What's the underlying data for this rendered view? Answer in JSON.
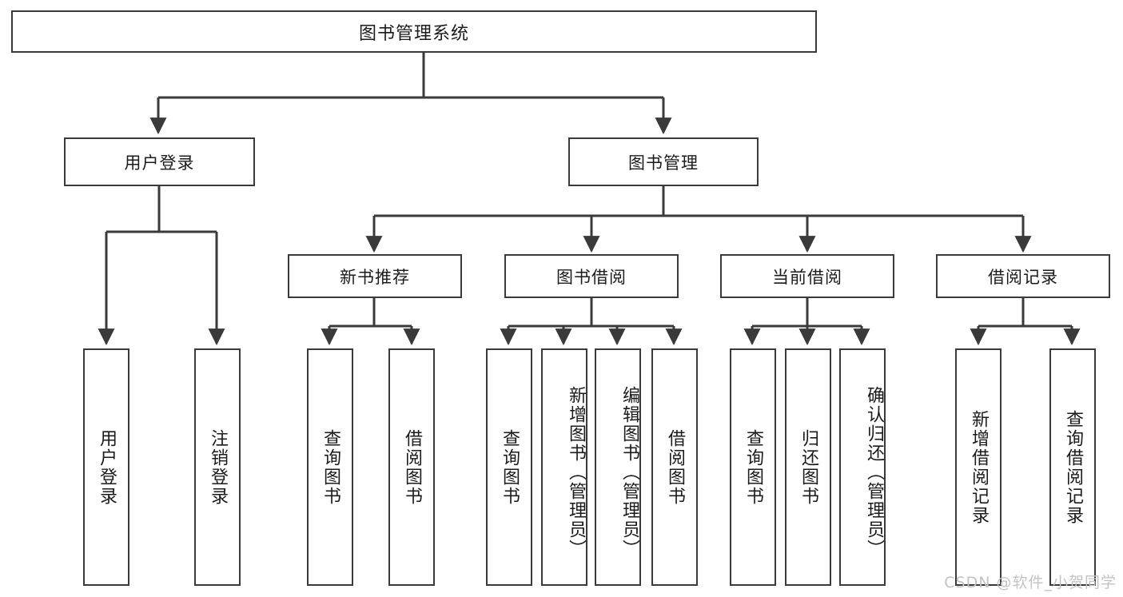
{
  "diagram": {
    "title": "图书管理系统",
    "type": "tree-hierarchy",
    "line_color": "#3a3a3a",
    "box_fill": "#ffffff",
    "text_color": "#1b1b1b"
  },
  "root": {
    "label": "图书管理系统"
  },
  "level2": [
    {
      "label": "用户登录"
    },
    {
      "label": "图书管理"
    }
  ],
  "level3": [
    {
      "label": "新书推荐"
    },
    {
      "label": "图书借阅"
    },
    {
      "label": "当前借阅"
    },
    {
      "label": "借阅记录"
    }
  ],
  "leaves": {
    "user_login": [
      {
        "label": "用户登录"
      },
      {
        "label": "注销登录"
      }
    ],
    "new_book": [
      {
        "label": "查询图书"
      },
      {
        "label": "借阅图书"
      }
    ],
    "book_borrow": [
      {
        "label": "查询图书"
      },
      {
        "label": "新增图书（管理员）"
      },
      {
        "label": "编辑图书（管理员）"
      },
      {
        "label": "借阅图书"
      }
    ],
    "current_borrow": [
      {
        "label": "查询图书"
      },
      {
        "label": "归还图书"
      },
      {
        "label": "确认归还（管理员）"
      }
    ],
    "borrow_record": [
      {
        "label": "新增借阅记录"
      },
      {
        "label": "查询借阅记录"
      }
    ]
  },
  "watermark": {
    "text": "CSDN @软件_小贺同学",
    "color": "#c3c3c3"
  }
}
